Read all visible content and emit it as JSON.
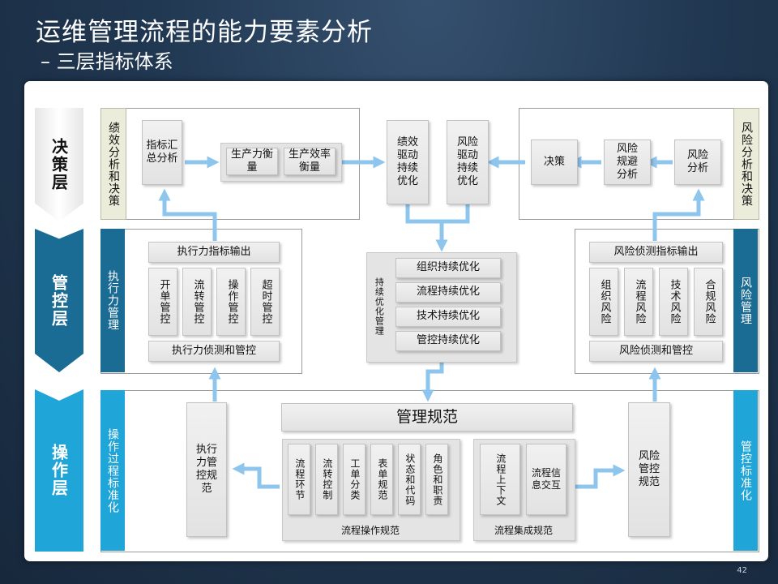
{
  "header": {
    "title": "运维管理流程的能力要素分析",
    "subtitle": "– 三层指标体系",
    "page_number": "42"
  },
  "layers": {
    "decision": "决策层",
    "control": "管控层",
    "operation": "操作层"
  },
  "side_labels": {
    "perf_analysis": "绩效分析和决策",
    "risk_analysis": "风险分析和决策",
    "exec_mgmt": "执行力管理",
    "risk_mgmt": "风险管理",
    "op_std": "操作过程标准化",
    "ctrl_std": "管控标准化"
  },
  "decision_row": {
    "indicator_summary": "指标汇总分析",
    "productivity": "生产力衡量",
    "efficiency": "生产效率衡量",
    "perf_driven": "绩效驱动持续优化",
    "risk_driven": "风险驱动持续优化",
    "decision": "决策",
    "risk_avoid": "风险规避分析",
    "risk_analysis": "风险分析"
  },
  "exec": {
    "indicator_output": "执行力指标输出",
    "items": [
      "开单管控",
      "流转管控",
      "操作管控",
      "超时管控"
    ],
    "monitor": "执行力侦测和管控"
  },
  "continuous": {
    "label": "持续优化管理",
    "items": [
      "组织持续优化",
      "流程持续优化",
      "技术持续优化",
      "管控持续优化"
    ]
  },
  "risk": {
    "indicator_output": "风险侦测指标输出",
    "items": [
      "组织风险",
      "流程风险",
      "技术风险",
      "合规风险"
    ],
    "monitor": "风险侦测和管控"
  },
  "operation": {
    "exec_spec": "执行力管控规范",
    "mgmt_spec": "管理规范",
    "flow_op_items": [
      "流程环节",
      "流转控制",
      "工单分类",
      "表单规范",
      "状态和代码",
      "角色和职责"
    ],
    "flow_op_caption": "流程操作规范",
    "integ_items": [
      "流程上下文",
      "流程信息交互"
    ],
    "integ_caption": "流程集成规范",
    "risk_spec": "风险管控规范"
  },
  "colors": {
    "arrow": "#8ec5ec",
    "dark_blue": "#1a6c94",
    "light_blue": "#1fa5d8",
    "beige": "#ececdb"
  }
}
